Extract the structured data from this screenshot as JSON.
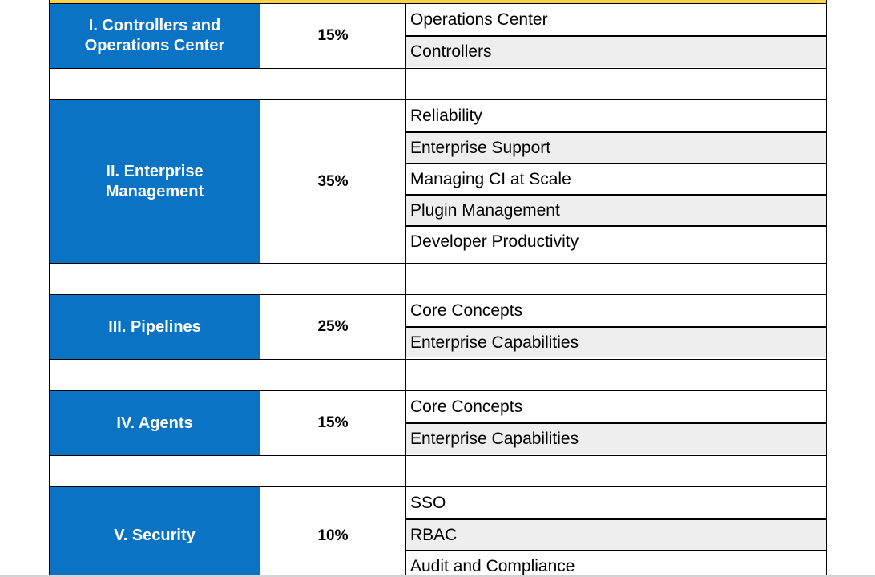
{
  "sections": [
    {
      "domain": "I. Controllers and Operations Center",
      "weight": "15%",
      "topics": [
        "Operations Center",
        "Controllers"
      ]
    },
    {
      "domain": "II. Enterprise Management",
      "weight": "35%",
      "topics": [
        "Reliability",
        "Enterprise Support",
        "Managing CI at Scale",
        "Plugin Management",
        "Developer Productivity"
      ]
    },
    {
      "domain": "III. Pipelines",
      "weight": "25%",
      "topics": [
        "Core Concepts",
        "Enterprise Capabilities"
      ]
    },
    {
      "domain": "IV. Agents",
      "weight": "15%",
      "topics": [
        "Core Concepts",
        "Enterprise Capabilities"
      ]
    },
    {
      "domain": "V. Security",
      "weight": "10%",
      "topics": [
        "SSO",
        "RBAC",
        "Audit and Compliance"
      ]
    }
  ],
  "colors": {
    "domain_bg": "#0a73c4",
    "header_accent": "#fbd545",
    "shaded_row": "#eeeeee"
  }
}
